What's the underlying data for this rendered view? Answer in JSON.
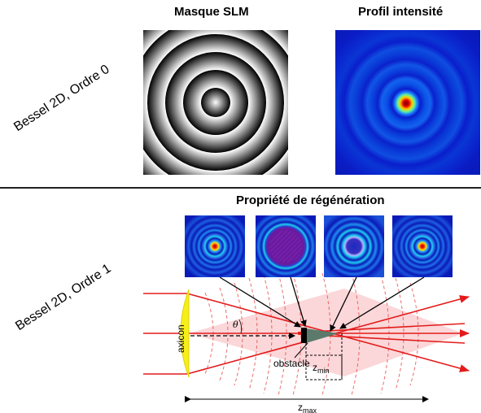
{
  "headers": {
    "mask": "Masque SLM",
    "intensity": "Profil intensité",
    "regeneration": "Propriété de régénération"
  },
  "row_labels": {
    "top": "Bessel 2D, Ordre 0",
    "bottom": "Bessel 2D, Ordre 1"
  },
  "diagram": {
    "axicon_label": "axicon",
    "theta_label": "θ",
    "obstacle_label": "obstacle",
    "zmin_label": "z",
    "zmin_sub": "min",
    "zmax_label": "z",
    "zmax_sub": "max"
  },
  "colors": {
    "beam": "#e31b1b",
    "axicon": "#f5ee1a",
    "zone": "#f9c9cc",
    "obstacle": "#000000",
    "shadow": "#5c7a6b",
    "bessel_background": "#0a0a8c",
    "divider": "#222222"
  }
}
